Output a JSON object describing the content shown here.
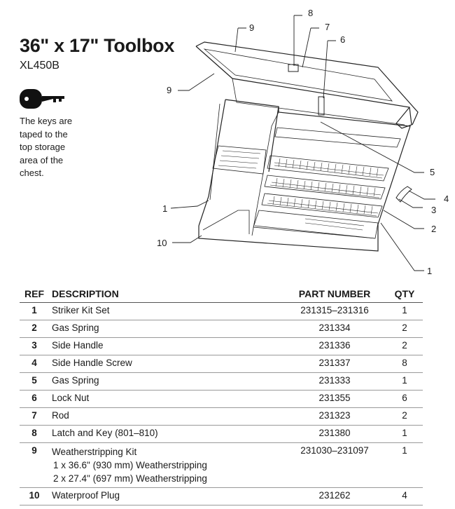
{
  "header": {
    "title": "36\" x 17\" Toolbox",
    "model": "XL450B"
  },
  "key_note": "The keys are taped to the top storage area of the chest.",
  "icons": {
    "key": "key-icon"
  },
  "diagram": {
    "callouts": {
      "c9a": "9",
      "c8": "8",
      "c7": "7",
      "c6": "6",
      "c9b": "9",
      "c5": "5",
      "c4": "4",
      "c3": "3",
      "c2": "2",
      "c1a": "1",
      "c1b": "1",
      "c10": "10"
    }
  },
  "table": {
    "headers": {
      "ref": "REF",
      "description": "DESCRIPTION",
      "part_number": "PART NUMBER",
      "qty": "QTY"
    },
    "rows": [
      {
        "ref": "1",
        "description": "Striker Kit Set",
        "part": "231315–231316",
        "qty": "1"
      },
      {
        "ref": "2",
        "description": "Gas Spring",
        "part": "231334",
        "qty": "2"
      },
      {
        "ref": "3",
        "description": "Side Handle",
        "part": "231336",
        "qty": "2"
      },
      {
        "ref": "4",
        "description": "Side Handle Screw",
        "part": "231337",
        "qty": "8"
      },
      {
        "ref": "5",
        "description": "Gas Spring",
        "part": "231333",
        "qty": "1"
      },
      {
        "ref": "6",
        "description": "Lock Nut",
        "part": "231355",
        "qty": "6"
      },
      {
        "ref": "7",
        "description": "Rod",
        "part": "231323",
        "qty": "2"
      },
      {
        "ref": "8",
        "description": "Latch and Key (801–810)",
        "part": "231380",
        "qty": "1"
      },
      {
        "ref": "9",
        "description": "Weatherstripping Kit",
        "sub1": "1 x 36.6\" (930 mm) Weatherstripping",
        "sub2": "2 x 27.4\" (697 mm) Weatherstripping",
        "part": "231030–231097",
        "qty": "1"
      },
      {
        "ref": "10",
        "description": "Waterproof Plug",
        "part": "231262",
        "qty": "4"
      }
    ]
  }
}
